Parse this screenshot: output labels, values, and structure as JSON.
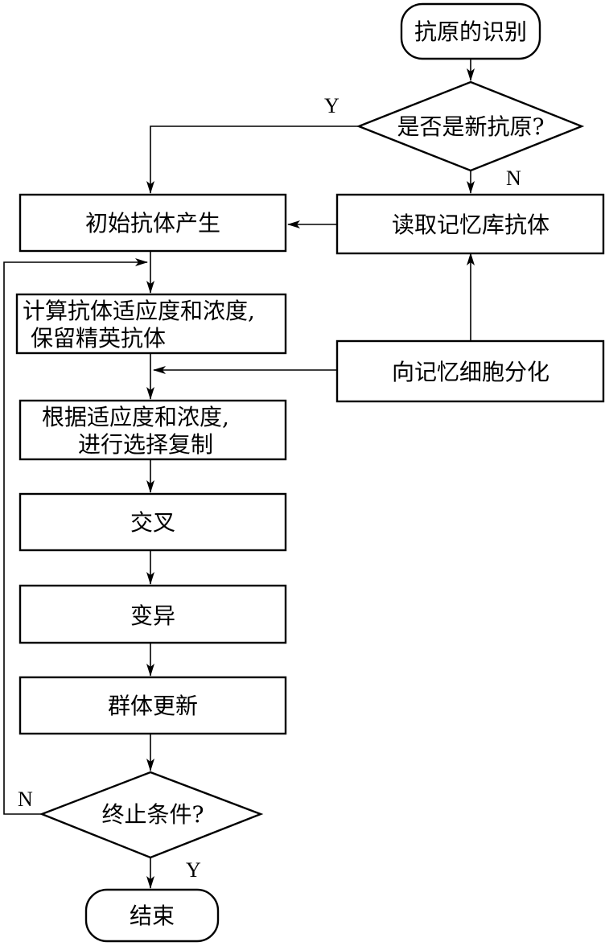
{
  "nodes": {
    "start": "抗原的识别",
    "is_new_antigen": "是否是新抗原?",
    "read_memory": "读取记忆库抗体",
    "init_antibodies": "初始抗体产生",
    "calc_fitness_line1": "计算抗体适应度和浓度,",
    "calc_fitness_line2": "保留精英抗体",
    "memory_differentiation": "向记忆细胞分化",
    "select_line1": "根据适应度和浓度,",
    "select_line2": "进行选择复制",
    "crossover": "交叉",
    "mutation": "变异",
    "population_update": "群体更新",
    "termination": "终止条件?",
    "end": "结束"
  },
  "labels": {
    "new_antigen_yes": "Y",
    "new_antigen_no": "N",
    "termination_no": "N",
    "termination_yes": "Y"
  },
  "colors": {
    "stroke": "#000000",
    "fill": "#ffffff",
    "text": "#000000"
  }
}
